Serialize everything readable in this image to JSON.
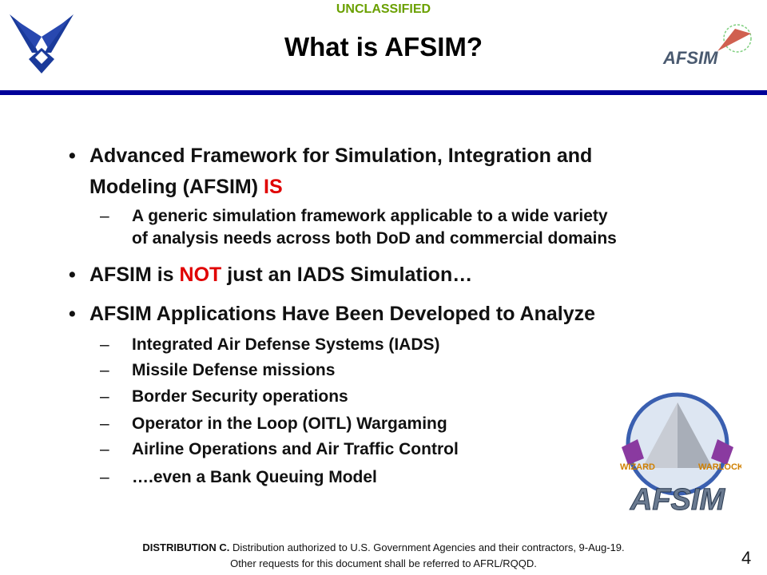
{
  "header": {
    "classification": "UNCLASSIFIED",
    "title": "What is AFSIM?",
    "left_logo": "air-force-symbol",
    "right_logo": "afsim-logo",
    "bar_color": "#000099"
  },
  "body": {
    "bullet1": {
      "line1": "Advanced Framework for Simulation, Integration and",
      "line2_pre": "Modeling (AFSIM) ",
      "line2_emph": "IS"
    },
    "bullet1_sub": {
      "line1": "A generic simulation framework applicable to a wide variety",
      "line2": "of analysis needs across both DoD and commercial domains"
    },
    "bullet2": {
      "pre": "AFSIM is ",
      "emph": "NOT",
      "post": " just an IADS Simulation…"
    },
    "bullet3": "AFSIM Applications Have Been Developed to Analyze",
    "bullet3_subs": [
      "Integrated Air Defense Systems (IADS)",
      "Missile Defense missions",
      "Border Security operations",
      "Operator in the Loop (OITL) Wargaming",
      "Airline Operations and Air Traffic Control",
      "….even a Bank Queuing Model"
    ],
    "bullet_glyph": "•",
    "dash_glyph": "–",
    "emphasis_color": "#e00000"
  },
  "emblem": {
    "logo": "afsim-emblem",
    "text": "AFSIM",
    "left_label": "WIZARD",
    "right_label": "WARLOCK"
  },
  "footer": {
    "dist_bold": "DISTRIBUTION C.",
    "dist_text": " Distribution authorized to U.S. Government Agencies and their contractors, 9-Aug-19.",
    "line2": "Other requests for this document shall be referred to AFRL/RQQD.",
    "page_number": "4"
  }
}
